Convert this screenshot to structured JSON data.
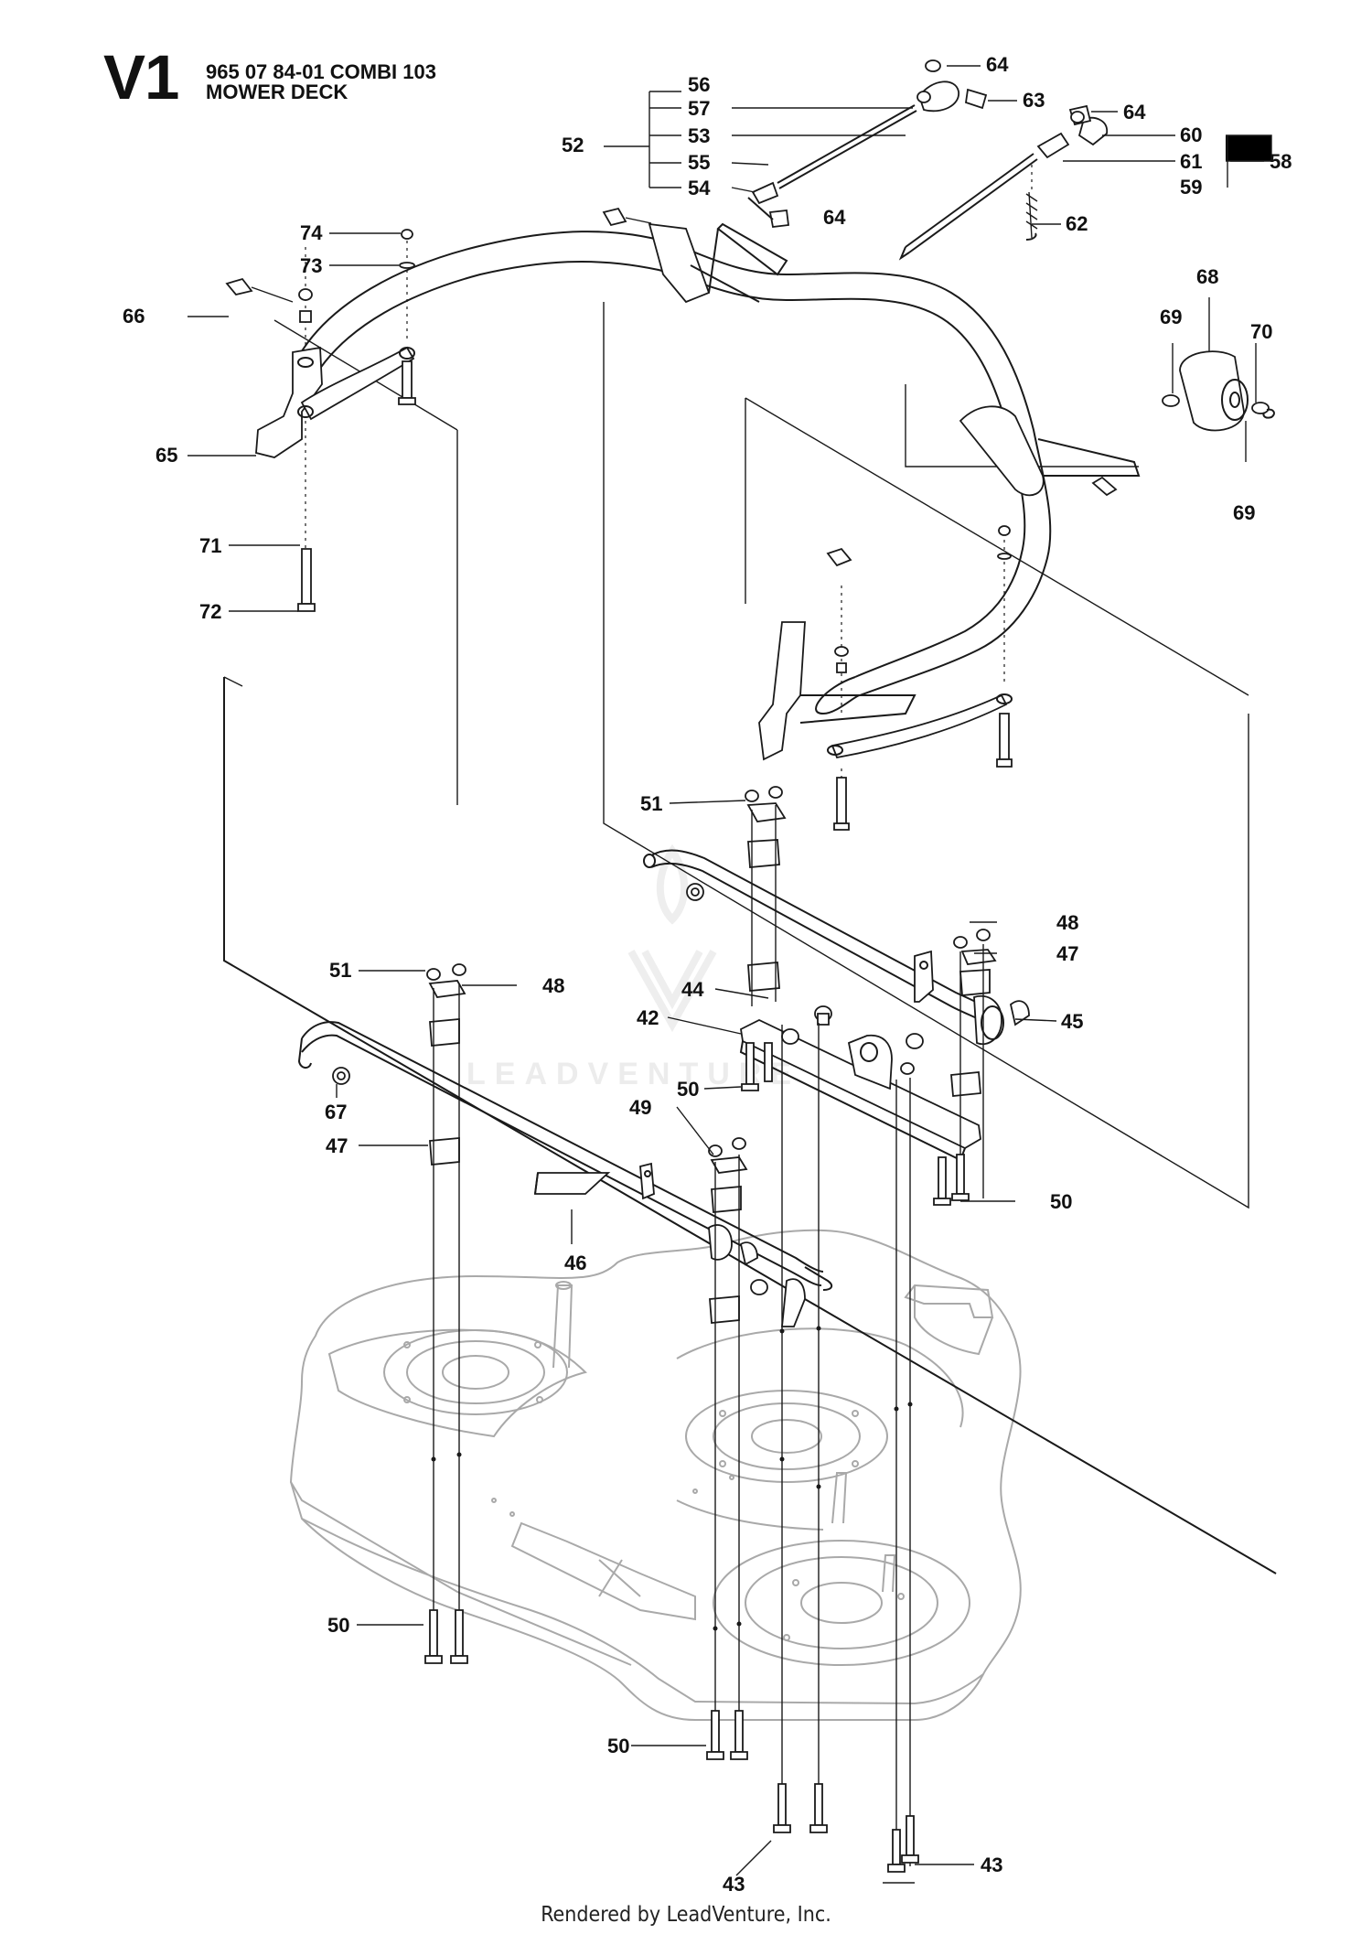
{
  "header": {
    "section_code": "V1",
    "part_number_line": "965 07 84-01 COMBI 103",
    "title_line": "MOWER DECK"
  },
  "footer": {
    "credit": "Rendered by LeadVenture, Inc."
  },
  "watermark": {
    "text": "LEADVENTURE"
  },
  "callouts": [
    {
      "id": "c-56",
      "label": "56"
    },
    {
      "id": "c-57",
      "label": "57"
    },
    {
      "id": "c-53",
      "label": "53"
    },
    {
      "id": "c-52",
      "label": "52"
    },
    {
      "id": "c-55",
      "label": "55"
    },
    {
      "id": "c-54",
      "label": "54"
    },
    {
      "id": "c-64a",
      "label": "64"
    },
    {
      "id": "c-63",
      "label": "63"
    },
    {
      "id": "c-64b",
      "label": "64"
    },
    {
      "id": "c-60",
      "label": "60"
    },
    {
      "id": "c-61",
      "label": "61"
    },
    {
      "id": "c-58",
      "label": "58"
    },
    {
      "id": "c-59",
      "label": "59"
    },
    {
      "id": "c-64c",
      "label": "64"
    },
    {
      "id": "c-62",
      "label": "62"
    },
    {
      "id": "c-74",
      "label": "74"
    },
    {
      "id": "c-73",
      "label": "73"
    },
    {
      "id": "c-66",
      "label": "66"
    },
    {
      "id": "c-65",
      "label": "65"
    },
    {
      "id": "c-71",
      "label": "71"
    },
    {
      "id": "c-72",
      "label": "72"
    },
    {
      "id": "c-68",
      "label": "68"
    },
    {
      "id": "c-69a",
      "label": "69"
    },
    {
      "id": "c-70",
      "label": "70"
    },
    {
      "id": "c-69b",
      "label": "69"
    },
    {
      "id": "c-51a",
      "label": "51"
    },
    {
      "id": "c-48a",
      "label": "48"
    },
    {
      "id": "c-47a",
      "label": "47"
    },
    {
      "id": "c-51b",
      "label": "51"
    },
    {
      "id": "c-48b",
      "label": "48"
    },
    {
      "id": "c-44",
      "label": "44"
    },
    {
      "id": "c-42",
      "label": "42"
    },
    {
      "id": "c-45",
      "label": "45"
    },
    {
      "id": "c-50a",
      "label": "50"
    },
    {
      "id": "c-67",
      "label": "67"
    },
    {
      "id": "c-49",
      "label": "49"
    },
    {
      "id": "c-47b",
      "label": "47"
    },
    {
      "id": "c-50b",
      "label": "50"
    },
    {
      "id": "c-46",
      "label": "46"
    },
    {
      "id": "c-50c",
      "label": "50"
    },
    {
      "id": "c-50d",
      "label": "50"
    },
    {
      "id": "c-43a",
      "label": "43"
    },
    {
      "id": "c-43b",
      "label": "43"
    }
  ]
}
